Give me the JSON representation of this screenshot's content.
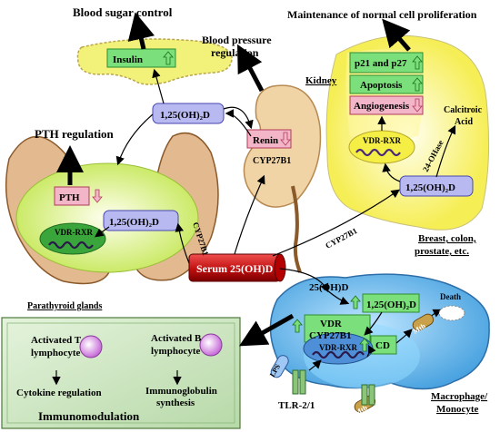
{
  "pancreas": {
    "heading": "Blood sugar control",
    "insulin": "Insulin"
  },
  "kidney": {
    "heading_line1": "Blood pressure",
    "heading_line2": "regulation",
    "title": "Kidney",
    "renin": "Renin",
    "enzyme": "CYP27B1"
  },
  "breast": {
    "heading": "Maintenance of normal cell proliferation",
    "p21": "p21 and p27",
    "apoptosis": "Apoptosis",
    "angiogenesis": "Angiogenesis",
    "receptor": "VDR-RXR",
    "enzyme": "24-OHase",
    "product_line1": "Calcitroic",
    "product_line2": "Acid",
    "hormone": "1,25(OH)₂D",
    "tissues_line1": "Breast, colon,",
    "tissues_line2": "prostate, etc."
  },
  "parathyroid": {
    "heading": "PTH regulation",
    "pth": "PTH",
    "hormone": "1,25(OH)₂D",
    "receptor": "VDR-RXR",
    "title": "Parathyroid glands",
    "enzyme": "CYP27B1"
  },
  "center": {
    "hormone": "1,25(OH)₂D",
    "serum": "Serum 25(OH)D",
    "breast_enzyme": "CYP27B1"
  },
  "macrophage": {
    "substrate": "25(OH)D",
    "hormone": "1,25(OH)₂D",
    "vdr": "VDR",
    "enzyme": "CYP27B1",
    "receptor": "VDR-RXR",
    "cd": "CD",
    "death": "Death",
    "mtb": "Mtb",
    "lps": "LPS",
    "tlr": "TLR-2/1",
    "title_line1": "Macrophage/",
    "title_line2": "Monocyte"
  },
  "immuno": {
    "t_line1": "Activated T",
    "t_line2": "lymphocyte",
    "b_line1": "Activated B",
    "b_line2": "lymphocyte",
    "cytokine": "Cytokine regulation",
    "ig_line1": "Immunoglobulin",
    "ig_line2": "synthesis",
    "title": "Immunomodulation"
  },
  "colors": {
    "green_box": "#7be07b",
    "pink_box": "#f3b6c8",
    "lavender_box": "#b9b9f2",
    "serum_red": "#d81e1e",
    "cell_blue": "#6fb6ea",
    "cell_yellow": "#fffcb0",
    "tissue_tan": "#e0b592",
    "immuno_green": "#cfe8c4"
  }
}
